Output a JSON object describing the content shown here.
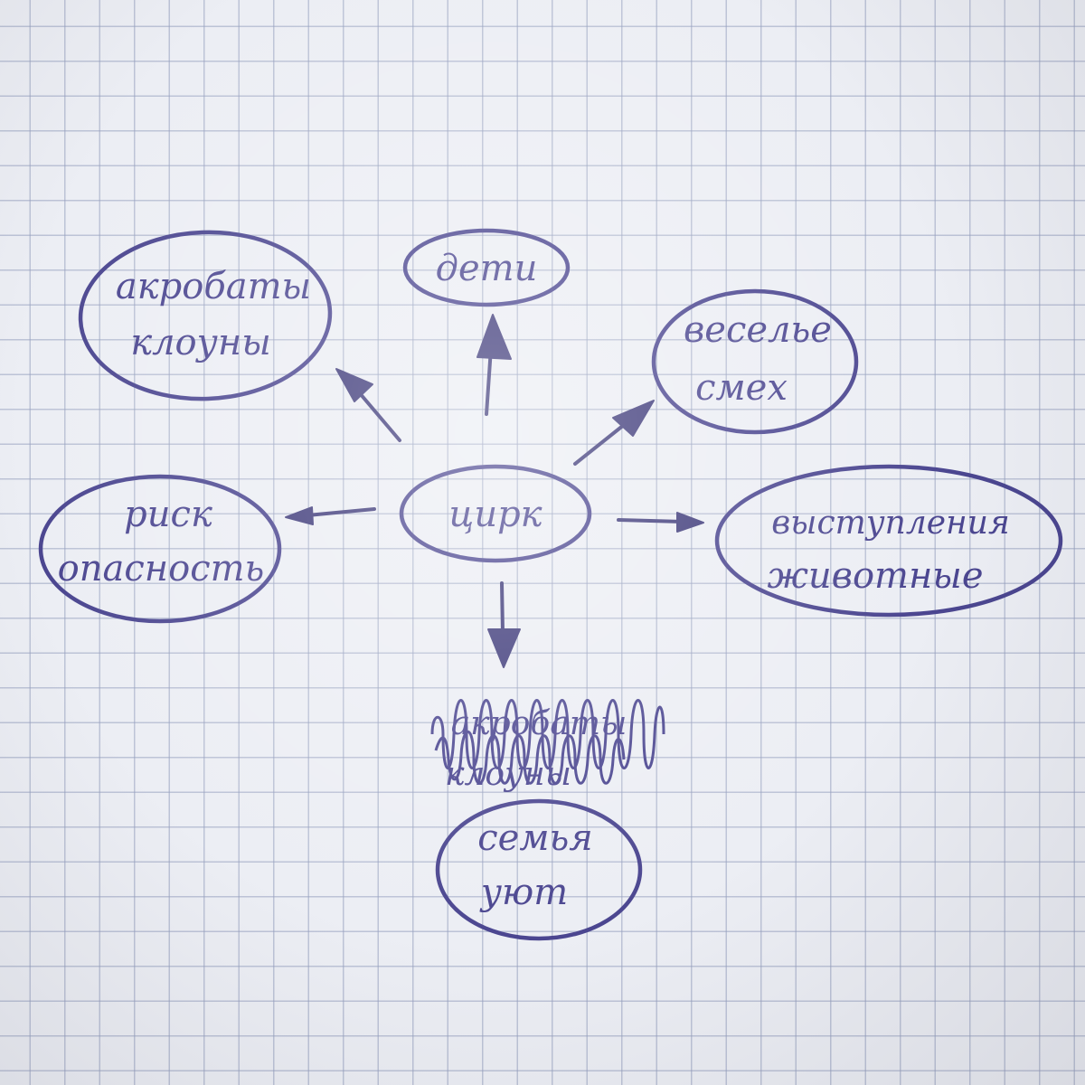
{
  "center": {
    "label": "цирк"
  },
  "nodes": [
    {
      "id": "acrobats",
      "lines": [
        "акробаты",
        "клоуны"
      ]
    },
    {
      "id": "children",
      "lines": [
        "дети"
      ]
    },
    {
      "id": "fun",
      "lines": [
        "веселье",
        "смех"
      ]
    },
    {
      "id": "risk",
      "lines": [
        "риск",
        "опасность"
      ]
    },
    {
      "id": "performances",
      "lines": [
        "выступления",
        "животные"
      ]
    },
    {
      "id": "family",
      "lines": [
        "семья",
        "уют"
      ]
    }
  ],
  "crossed_out": {
    "lines": [
      "акробаты",
      "клоуны"
    ]
  },
  "colors": {
    "ink": "#4b4690",
    "paper": "#eceef4",
    "grid": "#969ebe"
  }
}
